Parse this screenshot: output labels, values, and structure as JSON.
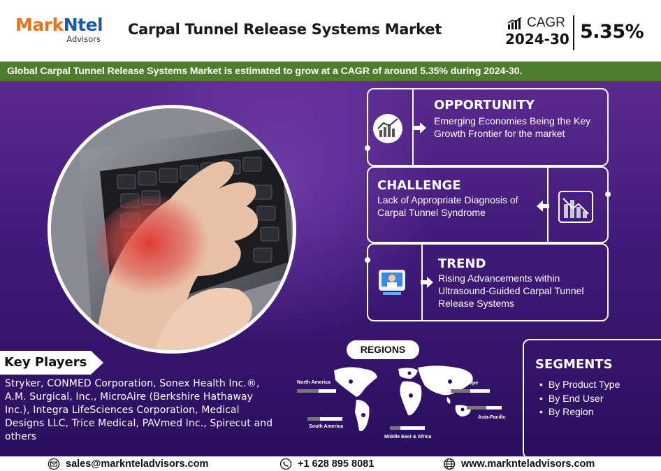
{
  "header": {
    "logo_brand_part1": "Mark",
    "logo_brand_part2": "Ntel",
    "logo_sub": "Advisors",
    "title": "Carpal Tunnel Release Systems Market",
    "cagr_label": "CAGR",
    "cagr_years": "2024-30",
    "cagr_value": "5.35%"
  },
  "ribbon": {
    "text": "Global Carpal Tunnel Release Systems Market is estimated to grow at a CAGR of around 5.35% during 2024-30."
  },
  "cards": {
    "opportunity": {
      "title": "OPPORTUNITY",
      "text": "Emerging Economies Being the Key Growth Frontier for the market"
    },
    "challenge": {
      "title": "CHALLENGE",
      "text": "Lack of Appropriate Diagnosis of Carpal Tunnel Syndrome"
    },
    "trend": {
      "title": "TREND",
      "text": "Rising Advancements within Ultrasound-Guided Carpal Tunnel Release Systems"
    }
  },
  "key_players": {
    "label": "Key Players",
    "text": "Stryker, CONMED Corporation, Sonex Health Inc.®, A.M. Surgical, Inc., MicroAire (Berkshire Hathaway Inc.), Integra LifeSciences Corporation, Medical Designs LLC, Trice Medical, PAVmed Inc., Spirecut and others"
  },
  "regions": {
    "label": "REGIONS",
    "items": [
      {
        "name": "North America",
        "share": 0.55
      },
      {
        "name": "Europe",
        "share": 0.5
      },
      {
        "name": "Asia-Pacific",
        "share": 0.55
      },
      {
        "name": "South America",
        "share": 0.35
      },
      {
        "name": "Middle East & Africa",
        "share": 0.3
      }
    ]
  },
  "segments": {
    "title": "SEGMENTS",
    "items": [
      "By Product Type",
      "By End User",
      "By Region"
    ]
  },
  "footer": {
    "email": "sales@marknteladvisors.com",
    "phone": "+1 628 895 8081",
    "website": "www.marknteladvisors.com"
  },
  "colors": {
    "brand_orange": "#e8731c",
    "brand_blue": "#1c5aa6",
    "ribbon_green": "#4f7d2f",
    "panel_purple": "#3f1a78"
  }
}
